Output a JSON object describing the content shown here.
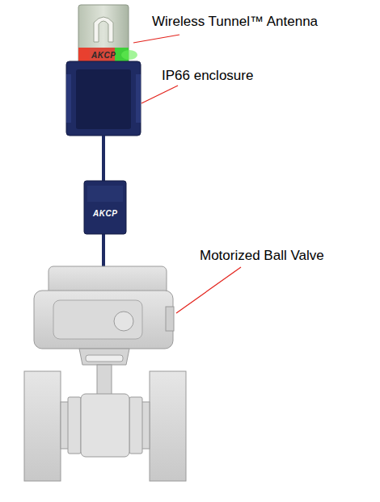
{
  "diagram": {
    "labels": [
      "Wireless Tunnel™ Antenna",
      "IP66 enclosure",
      "Motorized Ball Valve",
      "AKCP",
      "AKCP"
    ]
  }
}
